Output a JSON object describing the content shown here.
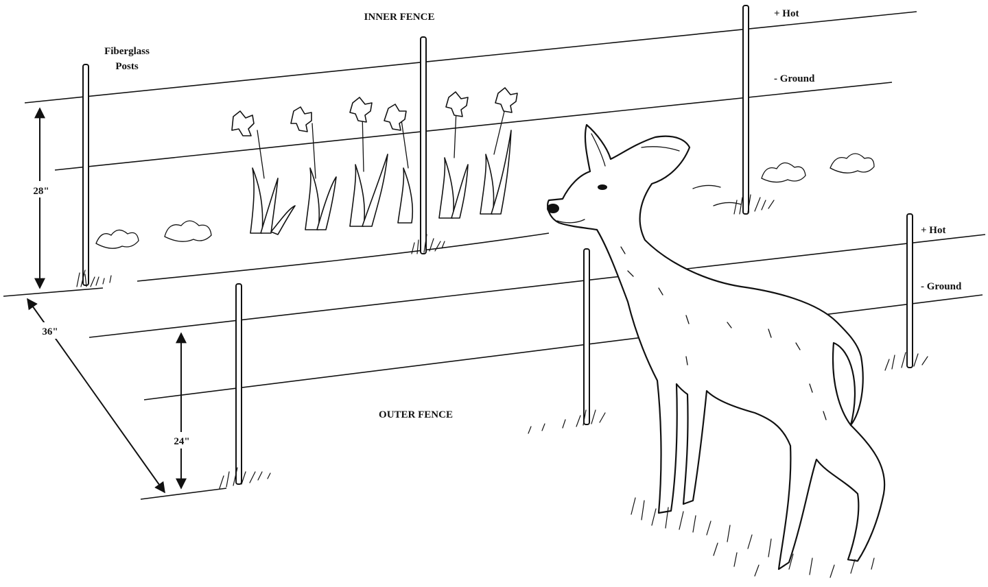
{
  "labels": {
    "inner_fence": "INNER FENCE",
    "outer_fence": "OUTER FENCE",
    "fiberglass_line1": "Fiberglass",
    "fiberglass_line2": "Posts",
    "inner_hot": "+ Hot",
    "inner_ground": "- Ground",
    "outer_hot": "+ Hot",
    "outer_ground": "- Ground"
  },
  "dimensions": {
    "inner_height": "28\"",
    "outer_height": "24\"",
    "spacing": "36\""
  }
}
